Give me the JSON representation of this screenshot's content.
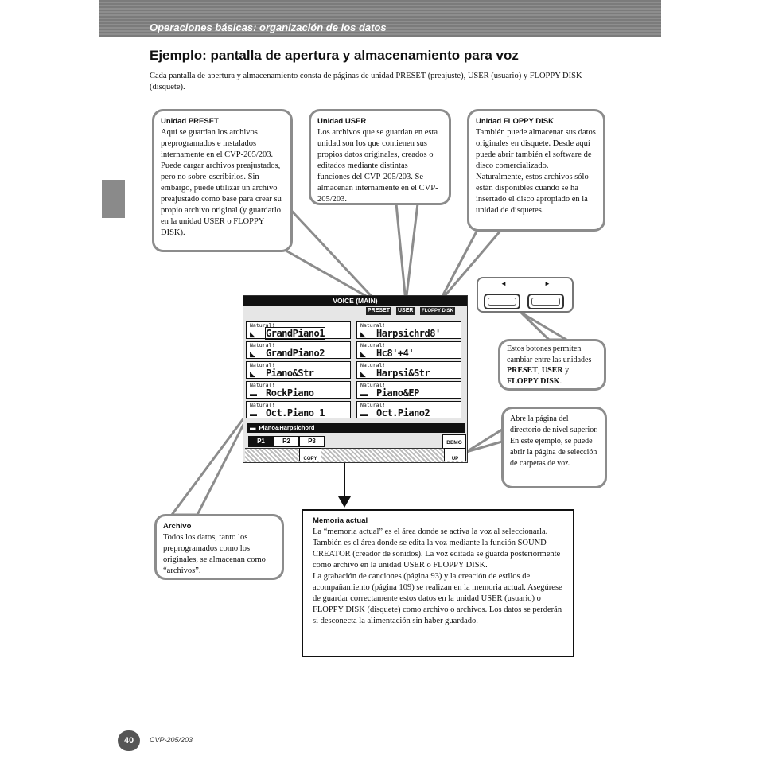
{
  "header": {
    "section": "Operaciones básicas: organización de los datos"
  },
  "title": "Ejemplo: pantalla de apertura y almacenamiento para voz",
  "intro": "Cada pantalla de apertura y almacenamiento consta de páginas de unidad PRESET (preajuste), USER (usuario) y FLOPPY DISK (disquete).",
  "callouts": {
    "preset": {
      "heading": "Unidad PRESET",
      "body": "Aquí se guardan los archivos preprogramados e instalados internamente en el CVP-205/203. Puede cargar archivos preajustados, pero no sobre-escribirlos. Sin embargo, puede utilizar un archivo preajustado como base para crear su propio archivo original (y guardarlo en la unidad USER o FLOPPY DISK)."
    },
    "user": {
      "heading": "Unidad USER",
      "body": "Los archivos que se guardan en esta unidad son los que contienen sus propios datos originales, creados o editados mediante distintas funciones del CVP-205/203. Se almacenan internamente en el CVP-205/203."
    },
    "floppy": {
      "heading": "Unidad FLOPPY DISK",
      "body": "También puede almacenar sus datos originales en disquete. Desde aquí puede abrir también el software de disco comercializado. Naturalmente, estos archivos sólo están disponibles cuando se ha insertado el disco apropiado en la unidad de disquetes."
    },
    "buttons": {
      "pre": "Estos botones permiten cambiar entre las unidades ",
      "b1": "PRESET",
      "c1": ",",
      "b2": "USER",
      "mid": " y ",
      "b3": "FLOPPY DISK",
      "end": "."
    },
    "up": {
      "body": "Abre la página del directorio de nivel superior. En este ejemplo, se puede abrir la página de selección de carpetas de voz."
    },
    "archivo": {
      "heading": "Archivo",
      "body": "Todos los datos, tanto los preprogramados como los originales, se almacenan como “archivos”."
    },
    "memoria": {
      "heading": "Memoria actual",
      "p1": "La “memoria actual” es el área donde se activa la voz al seleccionarla. También es el área donde se edita la voz mediante la función SOUND CREATOR (creador de sonidos). La voz editada se guarda posteriormente como archivo en la unidad USER o FLOPPY DISK.",
      "p2": "La grabación de canciones (página 93) y la creación de estilos de acompañamiento (página 109) se realizan en la memoria actual. Asegúrese de guardar correctamente estos datos en la unidad USER (usuario) o FLOPPY DISK (disquete) como archivo o archivos.  Los datos se perderán si desconecta la alimentación sin haber guardado."
    }
  },
  "lcd": {
    "title": "VOICE (MAIN)",
    "tabs": [
      "PRESET",
      "USER",
      "FLOPPY DISK"
    ],
    "voices": [
      {
        "category": "Natural!",
        "name": "GrandPiano1",
        "icon": "grand-piano-icon",
        "selected": true
      },
      {
        "category": "Natural!",
        "name": "Harpsichrd8'",
        "icon": "piano-icon"
      },
      {
        "category": "Natural!",
        "name": "GrandPiano2",
        "icon": "grand-piano-icon"
      },
      {
        "category": "Natural!",
        "name": "Hc8'+4'",
        "icon": "piano-icon"
      },
      {
        "category": "Natural!",
        "name": "Piano&Str",
        "icon": "piano-icon"
      },
      {
        "category": "Natural!",
        "name": "Harpsi&Str",
        "icon": "piano-icon"
      },
      {
        "category": "Natural!",
        "name": "RockPiano",
        "icon": "keyboard-icon"
      },
      {
        "category": "Natural!",
        "name": "Piano&EP",
        "icon": "keyboard-icon"
      },
      {
        "category": "Natural!",
        "name": "Oct.Piano 1",
        "icon": "keyboard-icon"
      },
      {
        "category": "Natural!",
        "name": "Oct.Piano2",
        "icon": "keyboard-icon"
      }
    ],
    "folder": "Piano&Harpsichord",
    "pages": [
      "P1",
      "P2",
      "P3"
    ],
    "demo": "DEMO",
    "copy": "COPY",
    "up": "UP"
  },
  "footer": {
    "page": "40",
    "model": "CVP-205/203"
  }
}
